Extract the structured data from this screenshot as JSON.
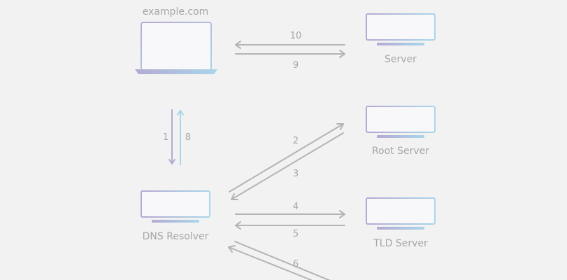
{
  "nodes": {
    "client": {
      "label": "example.com"
    },
    "server": {
      "label": "Server"
    },
    "root_server": {
      "label": "Root Server"
    },
    "dns_resolver": {
      "label": "DNS Resolver"
    },
    "tld_server": {
      "label": "TLD Server"
    }
  },
  "steps": {
    "s1": "1",
    "s2": "2",
    "s3": "3",
    "s4": "4",
    "s5": "5",
    "s6": "6",
    "s8": "8",
    "s9": "9",
    "s10": "10"
  },
  "colors": {
    "background": "#f2f2f2",
    "arrow": "#b4b4b4",
    "label": "#a6a6a6",
    "gradient_start": "#b5aad2",
    "gradient_end": "#a9d6ea",
    "screen_fill": "#f8f8fa"
  }
}
